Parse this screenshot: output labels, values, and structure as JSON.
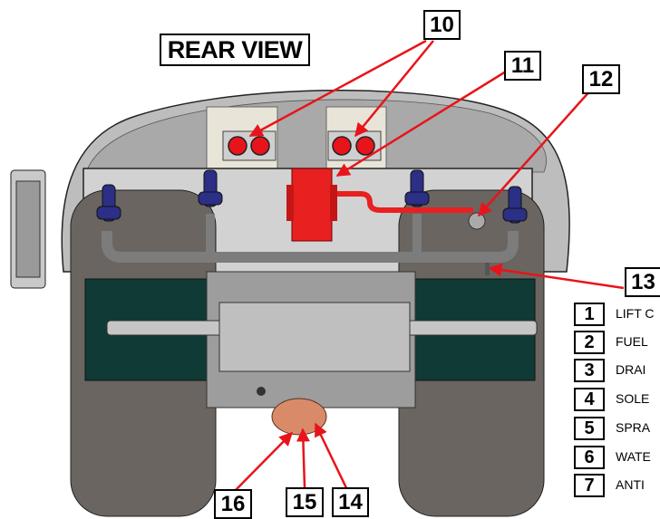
{
  "title": "REAR VIEW",
  "callouts": [
    {
      "number": "10"
    },
    {
      "number": "11"
    },
    {
      "number": "12"
    },
    {
      "number": "13"
    },
    {
      "number": "14"
    },
    {
      "number": "15"
    },
    {
      "number": "16"
    }
  ],
  "legend": [
    {
      "number": "1",
      "label": "LIFT C"
    },
    {
      "number": "2",
      "label": "FUEL"
    },
    {
      "number": "3",
      "label": "DRAI"
    },
    {
      "number": "4",
      "label": "SOLE"
    },
    {
      "number": "5",
      "label": "SPRA"
    },
    {
      "number": "6",
      "label": "WATE"
    },
    {
      "number": "7",
      "label": "ANTI"
    }
  ],
  "colors": {
    "callout_arrow": "#e8141b",
    "hydrant": "#2c2f86",
    "reel": "#e82020",
    "light": "#e8141b",
    "mudflap": "#0f3a36",
    "body": "#d2d2d2",
    "tire": "#6a6560",
    "pump": "#d98a68"
  }
}
